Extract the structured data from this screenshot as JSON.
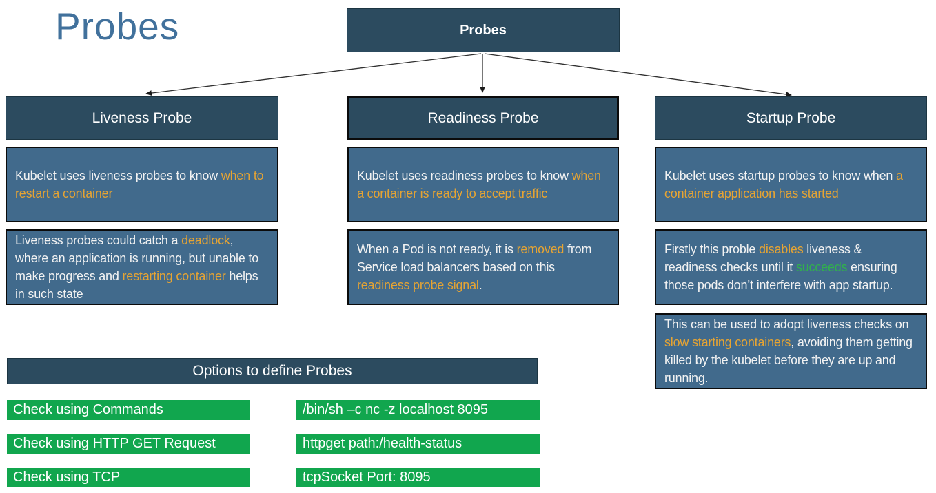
{
  "title": "Probes",
  "root_label": "Probes",
  "colors": {
    "title_blue": "#41719C",
    "header_navy": "#2C4B5F",
    "content_blue": "#416A8C",
    "accent_orange": "#E6A433",
    "success_green": "#31B14C",
    "bar_green": "#11A64E",
    "text_white": "#F2F2F2"
  },
  "columns": [
    {
      "header": "Liveness Probe",
      "boxes": [
        {
          "segments": [
            {
              "t": "Kubelet uses liveness probes to know ",
              "c": "w"
            },
            {
              "t": "when to restart a container",
              "c": "o"
            }
          ]
        },
        {
          "segments": [
            {
              "t": "Liveness probes could catch a ",
              "c": "w"
            },
            {
              "t": "deadlock",
              "c": "o"
            },
            {
              "t": ", where an application is running, but unable to make progress and ",
              "c": "w"
            },
            {
              "t": "restarting container",
              "c": "o"
            },
            {
              "t": " helps in such state",
              "c": "w"
            }
          ]
        }
      ]
    },
    {
      "header": "Readiness Probe",
      "boxes": [
        {
          "segments": [
            {
              "t": "Kubelet uses readiness probes to know ",
              "c": "w"
            },
            {
              "t": "when a container is ready to accept traffic",
              "c": "o"
            }
          ]
        },
        {
          "segments": [
            {
              "t": "When a Pod is not ready, it is ",
              "c": "w"
            },
            {
              "t": "removed",
              "c": "o"
            },
            {
              "t": " from Service load balancers based on this ",
              "c": "w"
            },
            {
              "t": "readiness probe signal",
              "c": "o"
            },
            {
              "t": ".",
              "c": "w"
            }
          ]
        }
      ]
    },
    {
      "header": "Startup Probe",
      "boxes": [
        {
          "segments": [
            {
              "t": "Kubelet uses startup probes to know when ",
              "c": "w"
            },
            {
              "t": "a container application has started",
              "c": "o"
            }
          ]
        },
        {
          "segments": [
            {
              "t": "Firstly this proble ",
              "c": "w"
            },
            {
              "t": "disables",
              "c": "o"
            },
            {
              "t": " liveness & readiness checks until it ",
              "c": "w"
            },
            {
              "t": "succeeds",
              "c": "g"
            },
            {
              "t": " ensuring those pods don’t interfere with app startup.",
              "c": "w"
            }
          ]
        },
        {
          "segments": [
            {
              "t": "This can be used to adopt liveness checks on ",
              "c": "w"
            },
            {
              "t": "slow starting containers",
              "c": "o"
            },
            {
              "t": ", avoiding them getting killed by the kubelet before they are up and running.",
              "c": "w"
            }
          ]
        }
      ]
    }
  ],
  "options": {
    "header": "Options to define Probes",
    "rows": [
      {
        "label": "Check using Commands",
        "value": "/bin/sh –c nc -z localhost 8095"
      },
      {
        "label": "Check using HTTP GET Request",
        "value": "httpget path:/health-status"
      },
      {
        "label": "Check using TCP",
        "value": "tcpSocket Port: 8095"
      }
    ]
  }
}
